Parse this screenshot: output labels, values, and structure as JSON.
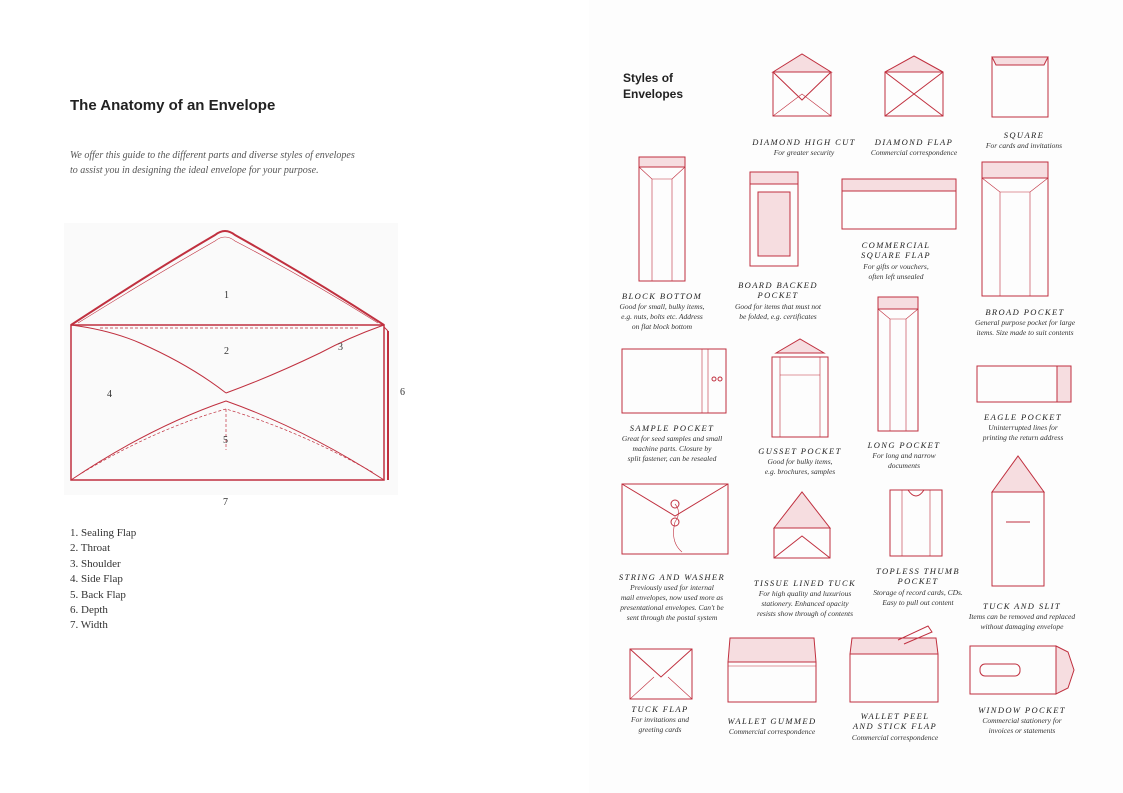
{
  "left": {
    "title": "The Anatomy of an Envelope",
    "intro_line1": "We offer this guide to the different parts and diverse styles of envelopes",
    "intro_line2": "to assist you in designing the ideal envelope for your purpose.",
    "diagram_numbers": [
      "1",
      "2",
      "3",
      "4",
      "5",
      "6",
      "7"
    ],
    "parts": [
      "1. Sealing Flap",
      "2. Throat",
      "3. Shoulder",
      "4. Side Flap",
      "5. Back Flap",
      "6. Depth",
      "7. Width"
    ]
  },
  "right": {
    "heading_line1": "Styles of",
    "heading_line2": "Envelopes",
    "styles": [
      {
        "name": [
          "DIAMOND HIGH CUT"
        ],
        "desc": [
          "For greater security"
        ]
      },
      {
        "name": [
          "DIAMOND FLAP"
        ],
        "desc": [
          "Commercial correspondence"
        ]
      },
      {
        "name": [
          "SQUARE"
        ],
        "desc": [
          "For cards and invitations"
        ]
      },
      {
        "name": [
          "BLOCK BOTTOM"
        ],
        "desc": [
          "Good for small, bulky items,",
          "e.g. nuts, bolts etc. Address",
          "on flat block bottom"
        ]
      },
      {
        "name": [
          "BOARD BACKED",
          "POCKET"
        ],
        "desc": [
          "Good for items that must not",
          "be folded, e.g. certificates"
        ]
      },
      {
        "name": [
          "COMMERCIAL",
          "SQUARE FLAP"
        ],
        "desc": [
          "For gifts or vouchers,",
          "often left unsealed"
        ]
      },
      {
        "name": [
          "BROAD POCKET"
        ],
        "desc": [
          "General purpose pocket for large",
          "items. Size made to suit contents"
        ]
      },
      {
        "name": [
          "SAMPLE POCKET"
        ],
        "desc": [
          "Great for seed samples and small",
          "machine parts. Closure by",
          "split fastener, can be resealed"
        ]
      },
      {
        "name": [
          "GUSSET POCKET"
        ],
        "desc": [
          "Good for bulky items,",
          "e.g. brochures, samples"
        ]
      },
      {
        "name": [
          "LONG POCKET"
        ],
        "desc": [
          "For long and narrow",
          "documents"
        ]
      },
      {
        "name": [
          "EAGLE POCKET"
        ],
        "desc": [
          "Uninterrupted lines for",
          "printing the return address"
        ]
      },
      {
        "name": [
          "STRING AND WASHER"
        ],
        "desc": [
          "Previously used for internal",
          "mail envelopes, now used more as",
          "presentational envelopes. Can't be",
          "sent through the postal system"
        ]
      },
      {
        "name": [
          "TISSUE LINED TUCK"
        ],
        "desc": [
          "For high quality and luxurious",
          "stationery. Enhanced opacity",
          "resists show through of contents"
        ]
      },
      {
        "name": [
          "TOPLESS THUMB",
          "POCKET"
        ],
        "desc": [
          "Storage of record cards, CDs.",
          "Easy to pull out content"
        ]
      },
      {
        "name": [
          "TUCK AND SLIT"
        ],
        "desc": [
          "Items can be removed and replaced",
          "without damaging envelope"
        ]
      },
      {
        "name": [
          "TUCK FLAP"
        ],
        "desc": [
          "For invitations and",
          "greeting cards"
        ]
      },
      {
        "name": [
          "WALLET GUMMED"
        ],
        "desc": [
          "Commercial correspondence"
        ]
      },
      {
        "name": [
          "WALLET PEEL",
          "AND STICK FLAP"
        ],
        "desc": [
          "Commercial correspondence"
        ]
      },
      {
        "name": [
          "WINDOW POCKET"
        ],
        "desc": [
          "Commercial stationery for",
          "invoices or statements"
        ]
      }
    ]
  },
  "colors": {
    "ink": "#c0303f",
    "text": "#222222"
  }
}
